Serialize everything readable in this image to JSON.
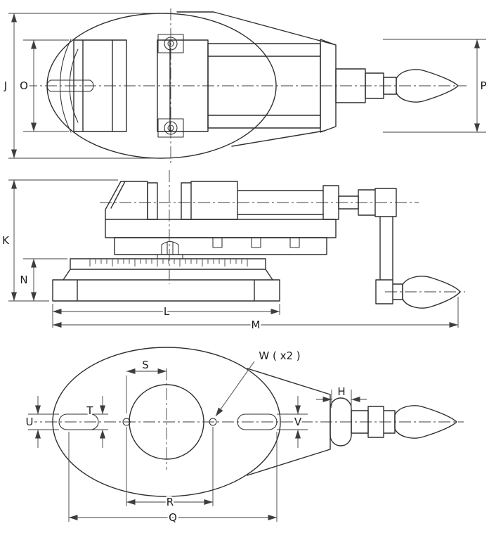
{
  "colors": {
    "background": "#ffffff",
    "outline": "#2f2f2f",
    "dimension": "#3d3d3d",
    "text": "#1b1b1b"
  },
  "views": {
    "top": {
      "dim_labels": {
        "J": "J",
        "O": "O",
        "P": "P"
      }
    },
    "side": {
      "dim_labels": {
        "K": "K",
        "N": "N",
        "L": "L",
        "M": "M"
      }
    },
    "bottom": {
      "dim_labels": {
        "S": "S",
        "W": "W ( x2 )",
        "H": "H",
        "U": "U",
        "T": "T",
        "V": "V",
        "R": "R",
        "Q": "Q"
      }
    }
  }
}
